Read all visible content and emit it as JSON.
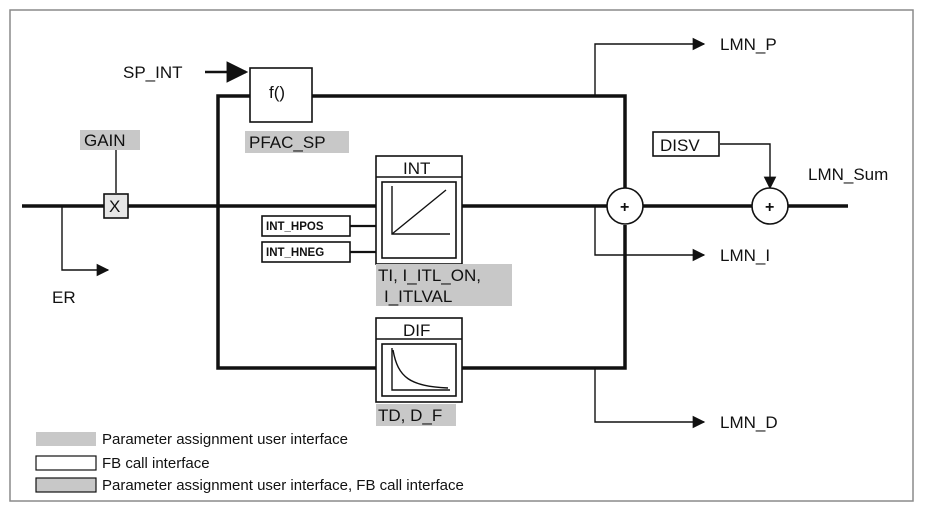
{
  "diagram": {
    "inputs": {
      "sp_int": "SP_INT",
      "gain": "GAIN",
      "disv": "DISV",
      "int_hpos": "INT_HPOS",
      "int_hneg": "INT_HNEG"
    },
    "outputs": {
      "lmn_p": "LMN_P",
      "lmn_sum": "LMN_Sum",
      "lmn_i": "LMN_I",
      "lmn_d": "LMN_D",
      "er": "ER"
    },
    "blocks": {
      "multiplier": "X",
      "function": "f()",
      "pfac_sp": "PFAC_SP",
      "integrator_title": "INT",
      "integrator_params_line1": "TI, I_ITL_ON,",
      "integrator_params_line2": "I_ITLVAL",
      "derivative_title": "DIF",
      "derivative_params": "TD, D_F",
      "summer_symbol": "+"
    },
    "legend": [
      {
        "style": "param",
        "text": "Parameter assignment user interface"
      },
      {
        "style": "fbcall",
        "text": "FB call interface"
      },
      {
        "style": "both",
        "text": "Parameter assignment user interface, FB call interface"
      }
    ],
    "colors": {
      "param_shading": "#c8c8c8",
      "line": "#111111",
      "frame": "#8a8a8a"
    }
  }
}
